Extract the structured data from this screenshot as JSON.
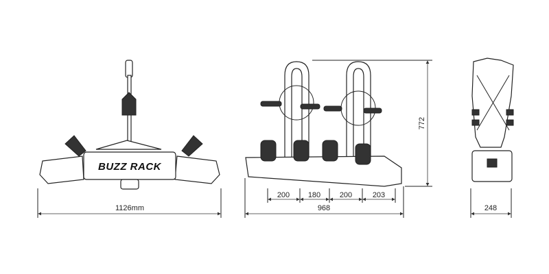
{
  "brand_logo": "BUZZ RACK",
  "views": {
    "front": {
      "width_label": "1126mm"
    },
    "side": {
      "segments": [
        "200",
        "180",
        "200",
        "203"
      ],
      "length_label": "968",
      "height_label": "772"
    },
    "top": {
      "width_label": "248"
    }
  }
}
